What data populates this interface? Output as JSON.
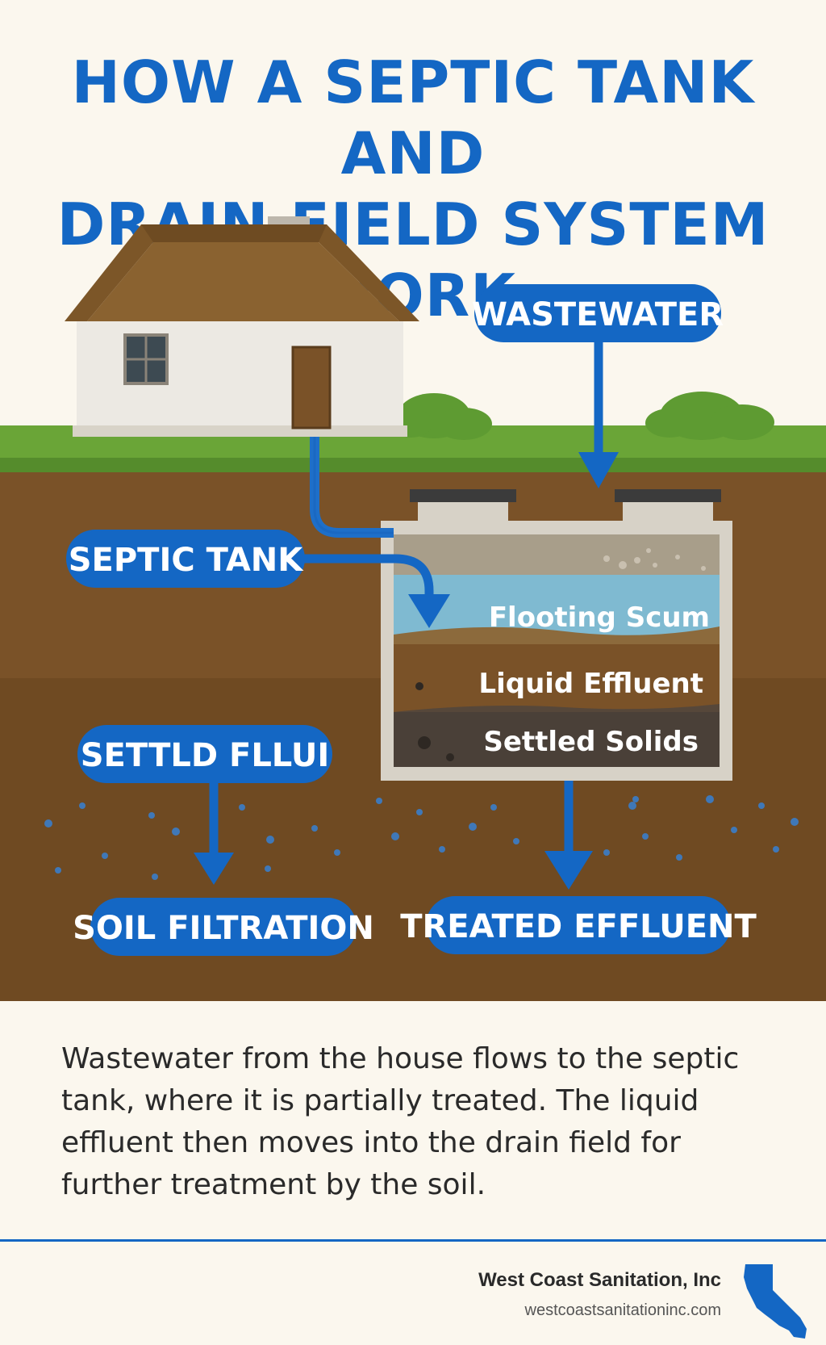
{
  "title": {
    "line1": "HOW A SEPTIC TANK AND",
    "line2": "DRAIN FIELD SYSTEM WORK"
  },
  "labels": {
    "wastewater": "WASTEWATER",
    "septic_tank": "SEPTIC TANK",
    "settld_fllui": "SETTLD FLLUI",
    "soil_filtration": "SOIL FILTRATION",
    "treated_effluent": "TREATED EFFLUENT"
  },
  "tank_layers": {
    "scum": "Flooting Scum",
    "effluent": "Liquid Effluent",
    "solids": "Settled Solids"
  },
  "description": "Wastewater from the house flows to the septic tank, where it is partially treated. The liquid effluent then moves into the drain field for further treatment by the soil.",
  "footer": {
    "company": "West Coast Sanitation, Inc",
    "website": "westcoastsanitationinc.com"
  },
  "colors": {
    "accent_blue": "#1467c4",
    "soil": "#7a5228",
    "grass": "#6aa537",
    "roof": "#7c5628"
  },
  "icons": [
    "house-icon",
    "california-map-icon"
  ]
}
